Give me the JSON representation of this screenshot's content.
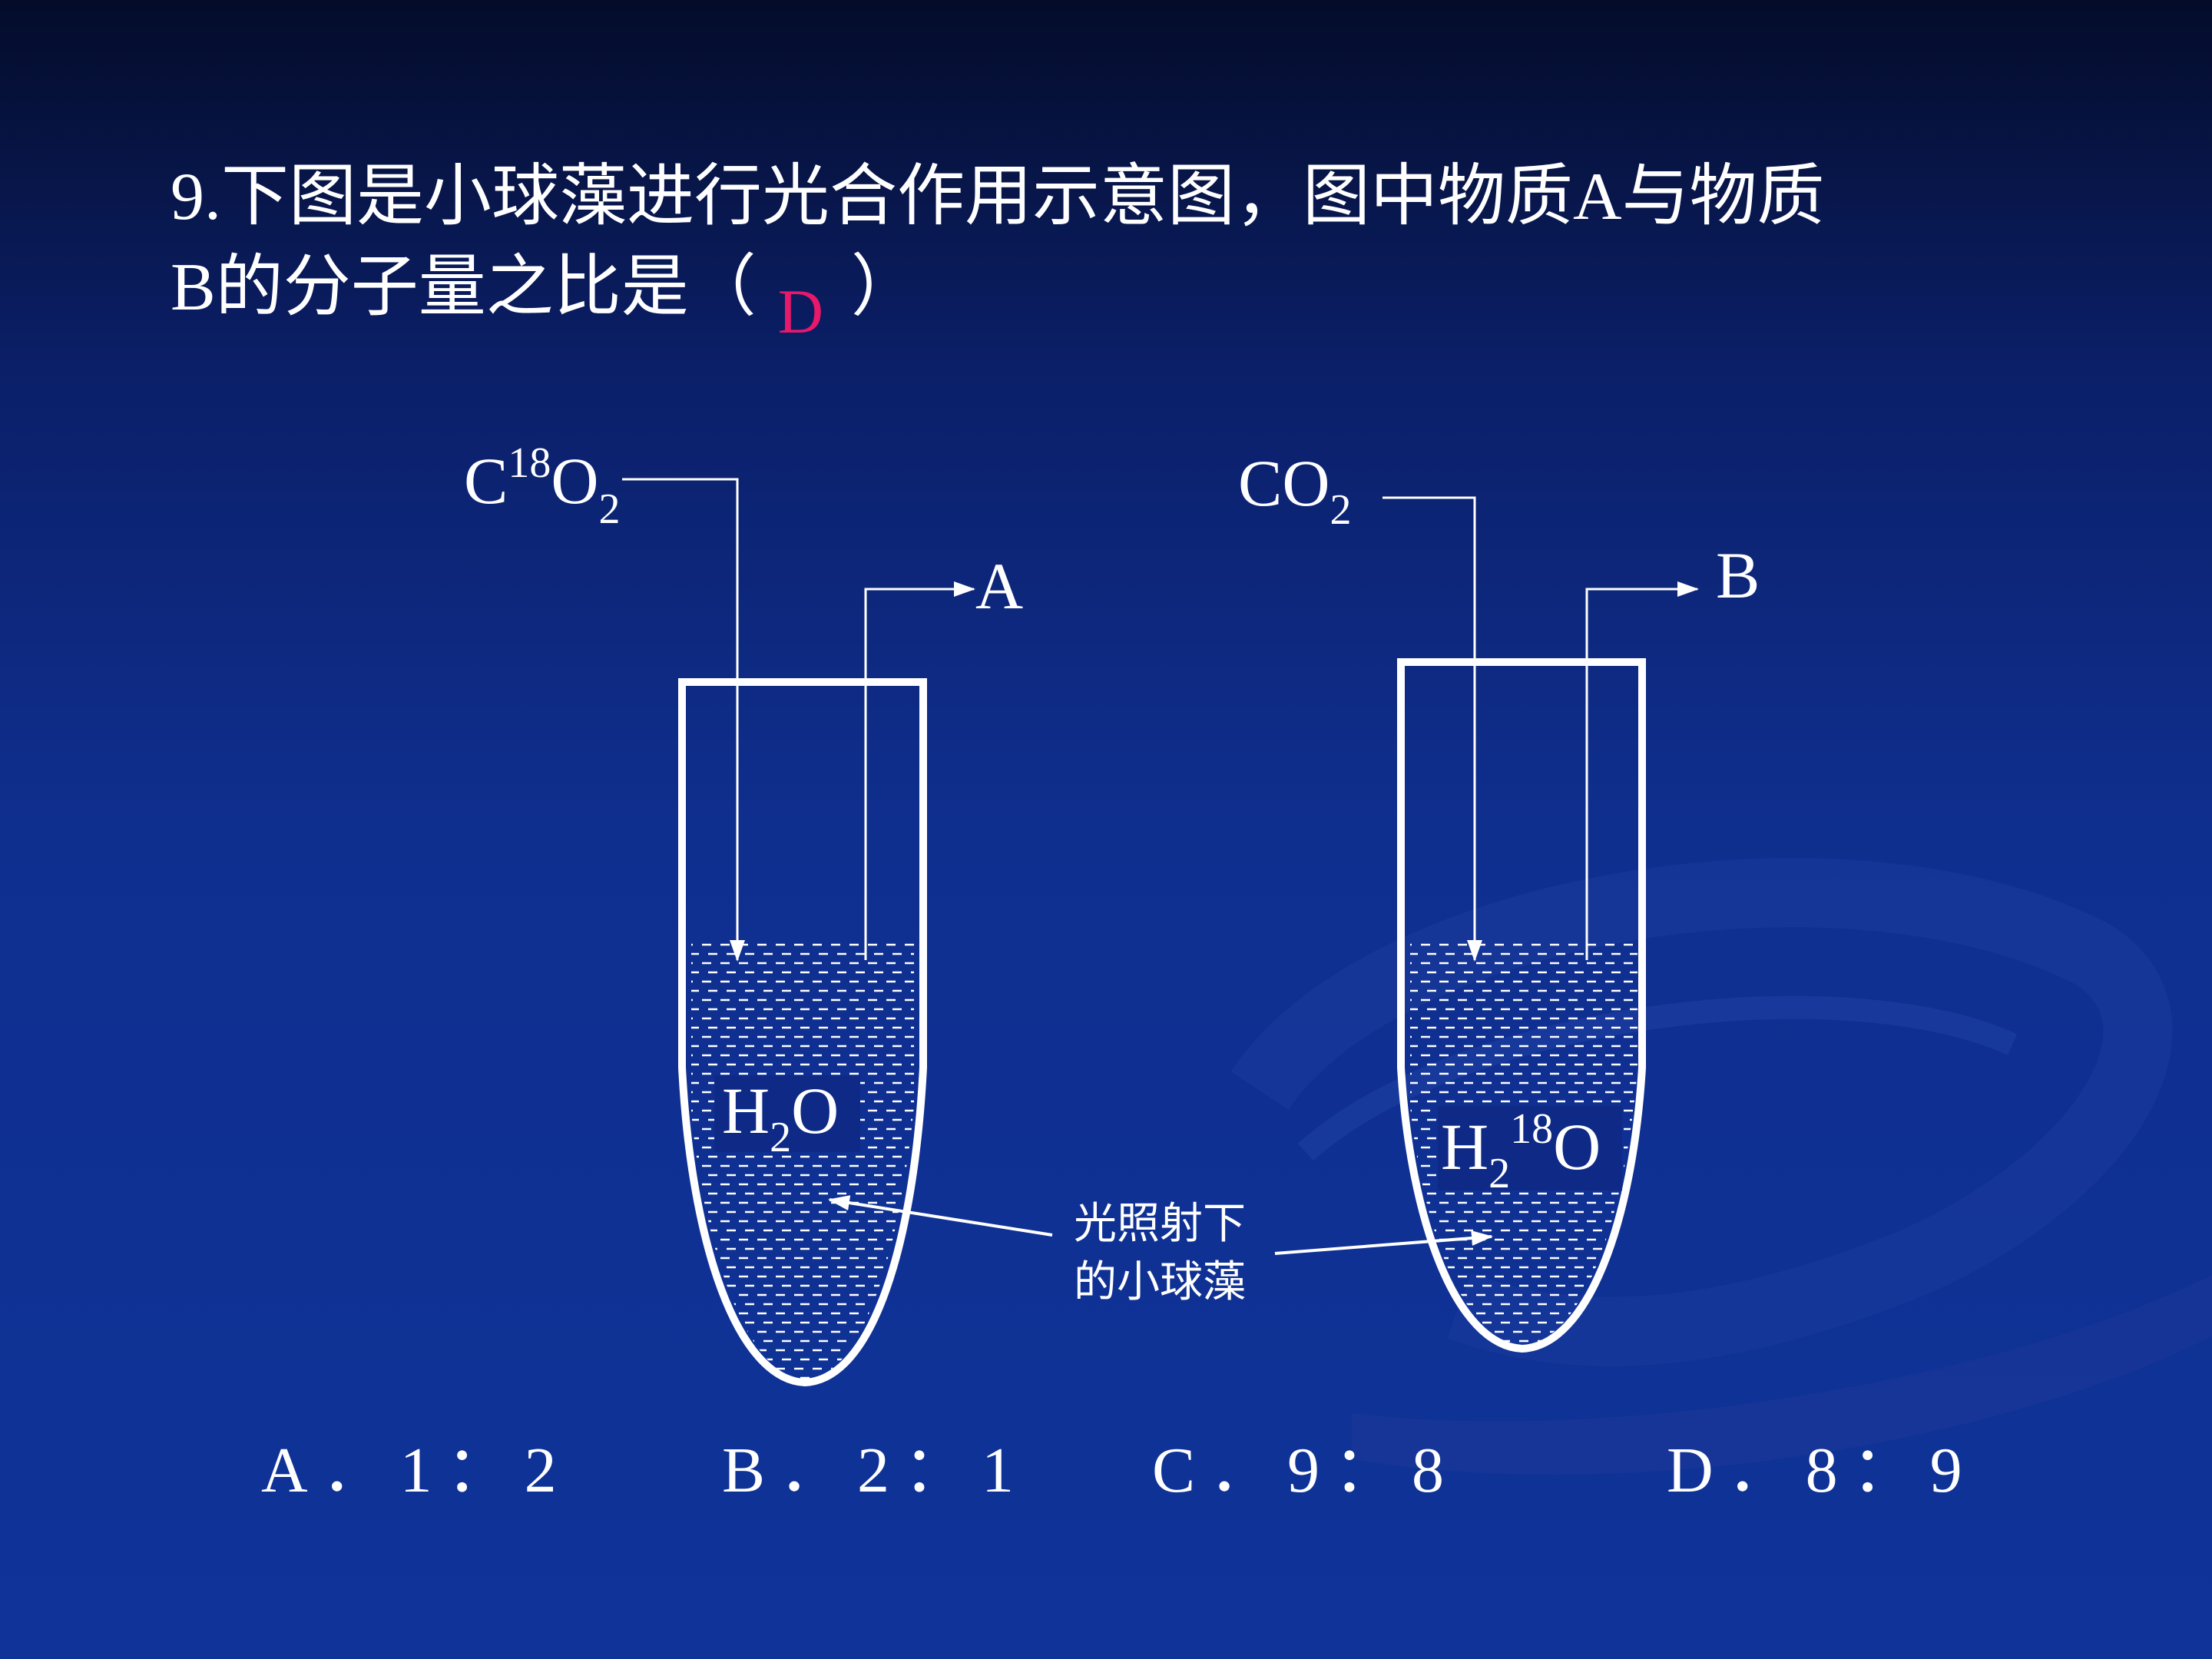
{
  "question": {
    "line1": "9.下图是小球藻进行光合作用示意图，图中物质A与物质",
    "line2_before": "B的分子量之比是（",
    "answer": "D",
    "line2_after": "）"
  },
  "diagram": {
    "left_tube": {
      "gas_c": "C",
      "gas_sup": "18",
      "gas_o": "O",
      "gas_sub": "2",
      "output": "A",
      "water_h": "H",
      "water_sub": "2",
      "water_o": "O"
    },
    "right_tube": {
      "gas_co": "CO",
      "gas_sub": "2",
      "output": "B",
      "water_h": "H",
      "water_sub": "2",
      "water_sup": "18",
      "water_o": "O"
    },
    "algae_note": {
      "line1": "光照射下",
      "line2": "的小球藻"
    }
  },
  "options": {
    "a": "A．1：2",
    "b": "B．2：1",
    "c": "C．9：8",
    "d": "D．8：9"
  }
}
